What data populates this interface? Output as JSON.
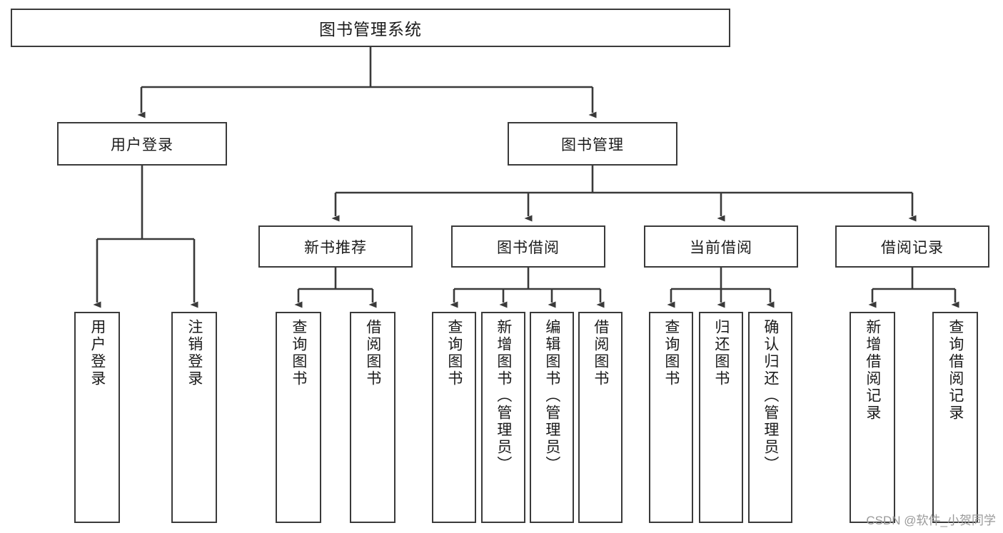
{
  "diagram": {
    "type": "tree-hierarchy",
    "title": "图书管理系统",
    "watermark": "CSDN @软件_小贺同学",
    "colors": {
      "node_border": "#3a3a3a",
      "node_fill": "#ffffff",
      "edge": "#3a3a3a",
      "text": "#1b1b1b",
      "watermark": "#9a9a9a",
      "background": "#ffffff"
    },
    "root": {
      "label": "图书管理系统"
    },
    "level2": [
      {
        "id": "user-login",
        "label": "用户登录"
      },
      {
        "id": "book-management",
        "label": "图书管理"
      }
    ],
    "level3": [
      {
        "id": "new-book-recommend",
        "label": "新书推荐",
        "parent": "book-management"
      },
      {
        "id": "book-borrow",
        "label": "图书借阅",
        "parent": "book-management"
      },
      {
        "id": "current-borrow",
        "label": "当前借阅",
        "parent": "book-management"
      },
      {
        "id": "borrow-record",
        "label": "借阅记录",
        "parent": "book-management"
      }
    ],
    "leaves": [
      {
        "id": "leaf-user-login",
        "label": "用户登录",
        "parent": "user-login"
      },
      {
        "id": "leaf-logout-login",
        "label": "注销登录",
        "parent": "user-login"
      },
      {
        "id": "leaf-query-book-1",
        "label": "查询图书",
        "parent": "new-book-recommend"
      },
      {
        "id": "leaf-borrow-book-1",
        "label": "借阅图书",
        "parent": "new-book-recommend"
      },
      {
        "id": "leaf-query-book-2",
        "label": "查询图书",
        "parent": "book-borrow"
      },
      {
        "id": "leaf-add-book",
        "label": "新增图书（管理员）",
        "parent": "book-borrow"
      },
      {
        "id": "leaf-edit-book",
        "label": "编辑图书（管理员）",
        "parent": "book-borrow"
      },
      {
        "id": "leaf-borrow-book-2",
        "label": "借阅图书",
        "parent": "book-borrow"
      },
      {
        "id": "leaf-query-book-3",
        "label": "查询图书",
        "parent": "current-borrow"
      },
      {
        "id": "leaf-return-book",
        "label": "归还图书",
        "parent": "current-borrow"
      },
      {
        "id": "leaf-confirm-return",
        "label": "确认归还（管理员）",
        "parent": "current-borrow"
      },
      {
        "id": "leaf-add-record",
        "label": "新增借阅记录",
        "parent": "borrow-record"
      },
      {
        "id": "leaf-query-record",
        "label": "查询借阅记录",
        "parent": "borrow-record"
      }
    ]
  }
}
